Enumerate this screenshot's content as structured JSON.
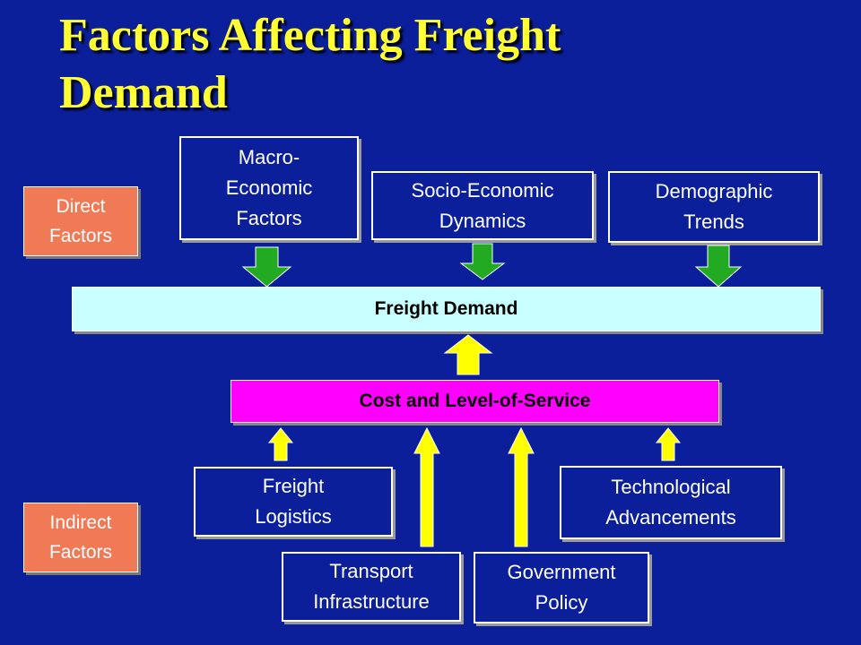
{
  "title": "Factors Affecting Freight\nDemand",
  "labels": {
    "direct": "Direct\nFactors",
    "indirect": "Indirect\nFactors"
  },
  "direct_factors": {
    "macro": "Macro-\nEconomic\nFactors",
    "socio": "Socio-Economic\nDynamics",
    "demographic": "Demographic\nTrends"
  },
  "freight_demand": "Freight Demand",
  "cost_los": "Cost and Level-of-Service",
  "indirect_factors": {
    "logistics": "Freight\nLogistics",
    "technology": "Technological\nAdvancements",
    "infrastructure": "Transport\nInfrastructure",
    "policy": "Government\nPolicy"
  },
  "colors": {
    "background": "#0b1f9a",
    "title": "#ffff33",
    "tag": "#f07a55",
    "freight_demand": "#c8ffff",
    "cost_los": "#ff00ff",
    "green_arrow": "#22aa22",
    "yellow_arrow": "#ffff00"
  }
}
